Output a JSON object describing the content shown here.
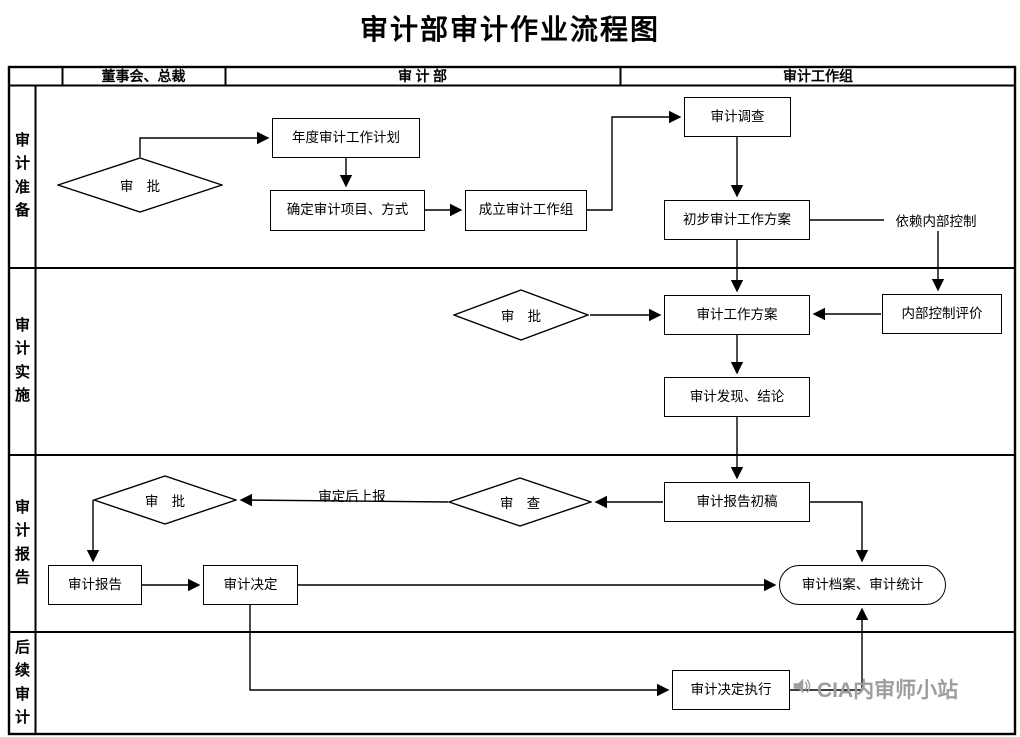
{
  "page": {
    "title": "审计部审计作业流程图",
    "watermark": "CIA内审师小站"
  },
  "header": {
    "col1": "董事会、总裁",
    "col2": "审 计 部",
    "col3": "审计工作组"
  },
  "lanes": {
    "lane1": "审计准备",
    "lane2": "审计实施",
    "lane3": "审计报告",
    "lane4": "后续审计"
  },
  "nodes": {
    "approve1": "审 批",
    "annual_plan": "年度审计工作计划",
    "define_projects": "确定审计项目、方式",
    "form_team": "成立审计工作组",
    "investigation": "审计调查",
    "prelim_plan": "初步审计工作方案",
    "rely_note": "依赖内部控制",
    "approve2": "审 批",
    "work_plan": "审计工作方案",
    "ic_eval": "内部控制评价",
    "findings": "审计发现、结论",
    "draft_report": "审计报告初稿",
    "review": "审 查",
    "approve3": "审 批",
    "report": "审计报告",
    "decision": "审计决定",
    "archive": "审计档案、审计统计",
    "execution": "审计决定执行"
  },
  "edge_labels": {
    "submit_after_approval": "审定后上报"
  }
}
